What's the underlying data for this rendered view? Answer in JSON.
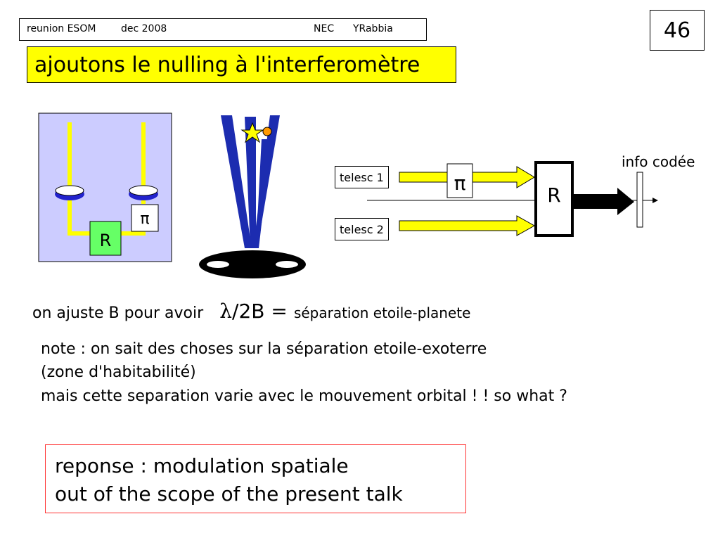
{
  "header": {
    "meeting": "reunion ESOM",
    "date": "dec 2008",
    "org": "NEC",
    "author": "YRabbia"
  },
  "slide_number": "46",
  "title": "ajoutons le nulling à l'interferomètre",
  "diagram_left": {
    "recombiner_label": "R",
    "phase_label": "π",
    "colors": {
      "panel": "#ccccff",
      "beam": "#ffff00",
      "recombiner": "#66ff66",
      "mirror_base": "#2222cc"
    }
  },
  "diagram_fringes": {
    "colors": {
      "fringe": "#1c2cb0",
      "star": "#ffff00",
      "planet": "#ff9900",
      "aperture": "#000000"
    }
  },
  "diagram_right": {
    "telescope_1": "telesc 1",
    "telescope_2": "telesc 2",
    "phase_label": "π",
    "recombiner_label": "R",
    "output_label": "info codée"
  },
  "formula": {
    "prefix": "on ajuste B pour avoir",
    "lambda": "λ",
    "expression": "/2B =",
    "result": "séparation etoile-planete"
  },
  "notes": [
    "note  : on sait des choses sur la séparation etoile-exoterre",
    "(zone d'habitabilité)",
    "mais cette separation varie avec le mouvement orbital  ! !  so what ?"
  ],
  "answer": {
    "line1": "reponse :   modulation spatiale",
    "line2": "out of the scope of the present talk"
  }
}
